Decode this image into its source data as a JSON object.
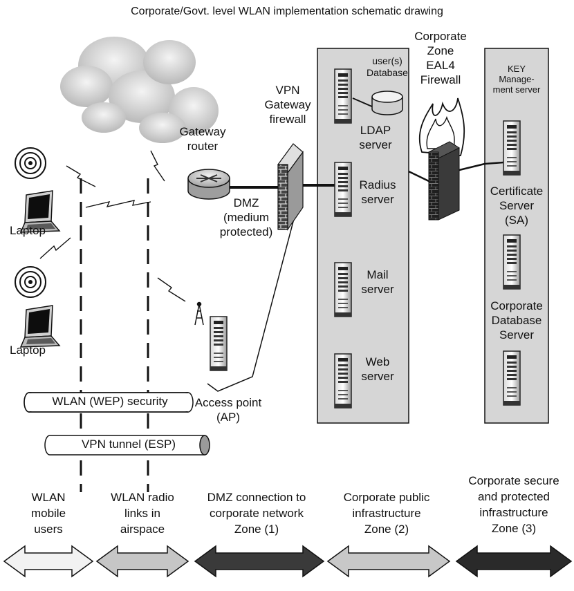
{
  "title": "Corporate/Govt. level WLAN implementation schematic drawing",
  "nodes": {
    "gateway_router": [
      "Gateway",
      "router"
    ],
    "vpn_gateway": [
      "VPN",
      "Gateway",
      "firewall"
    ],
    "dmz": [
      "DMZ",
      "(medium",
      "protected)"
    ],
    "laptop_1": "Laptop",
    "laptop_2": "Laptop",
    "access_point": [
      "Access point",
      "(AP)"
    ],
    "users_database": [
      "user(s)",
      "Database"
    ],
    "ldap_server": [
      "LDAP",
      "server"
    ],
    "radius_server": [
      "Radius",
      "server"
    ],
    "mail_server": [
      "Mail",
      "server"
    ],
    "web_server": [
      "Web",
      "server"
    ],
    "corporate_firewall": [
      "Corporate",
      "Zone",
      "EAL4",
      "Firewall"
    ],
    "key_management_server": [
      "KEY",
      "Manage-",
      "ment server"
    ],
    "certificate_server": [
      "Certificate",
      "Server",
      "(SA)"
    ],
    "corporate_database_server": [
      "Corporate",
      "Database",
      "Server"
    ]
  },
  "tunnels": {
    "wlan_security": "WLAN (WEP) security",
    "vpn_tunnel": "VPN tunnel (ESP)"
  },
  "zones": [
    {
      "lines": [
        "WLAN",
        "mobile",
        "users"
      ],
      "color": "#f2f2f2"
    },
    {
      "lines": [
        "WLAN radio",
        "links in",
        "airspace"
      ],
      "color": "#c6c6c6"
    },
    {
      "lines": [
        "DMZ connection to",
        "corporate network",
        "Zone (1)"
      ],
      "color": "#3a3a3a"
    },
    {
      "lines": [
        "Corporate public",
        "infrastructure",
        "Zone (2)"
      ],
      "color": "#c8c8c8"
    },
    {
      "lines": [
        "Corporate secure",
        "and protected",
        "infrastructure",
        "Zone (3)"
      ],
      "color": "#2a2a2a"
    }
  ]
}
